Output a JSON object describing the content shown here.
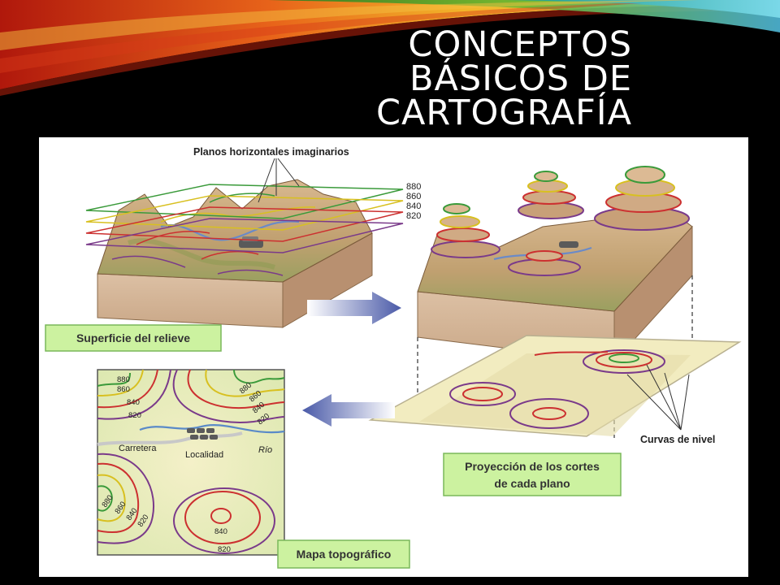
{
  "slide": {
    "title_lines": [
      "CONCEPTOS",
      "BÁSICOS DE",
      "CARTOGRAFÍA"
    ]
  },
  "figure": {
    "planes_label": "Planos horizontales imaginarios",
    "elevations": [
      "880",
      "860",
      "840",
      "820"
    ],
    "surface_label": "Superficie del relieve",
    "contours_label": "Curvas de nivel",
    "projection_label_line1": "Proyección de los cortes",
    "projection_label_line2": "de cada plano",
    "map_label": "Mapa topográfico",
    "map": {
      "road_label": "Carretera",
      "town_label": "Localidad",
      "river_label": "Río",
      "topleft_contours": [
        "880",
        "860",
        "840",
        "820"
      ],
      "topright_contours": [
        "880",
        "860",
        "840",
        "820"
      ],
      "bottomleft_contours": [
        "880",
        "860",
        "840",
        "820"
      ],
      "bottom_contours": [
        "840",
        "820"
      ]
    },
    "colors": {
      "c880": "#3a9a3a",
      "c860": "#d8c020",
      "c840": "#cc3030",
      "c820": "#7a3a8a",
      "label_bg": "#ccf2a0",
      "arrow": "#4a5aa8",
      "river": "#5a8ac8"
    }
  }
}
